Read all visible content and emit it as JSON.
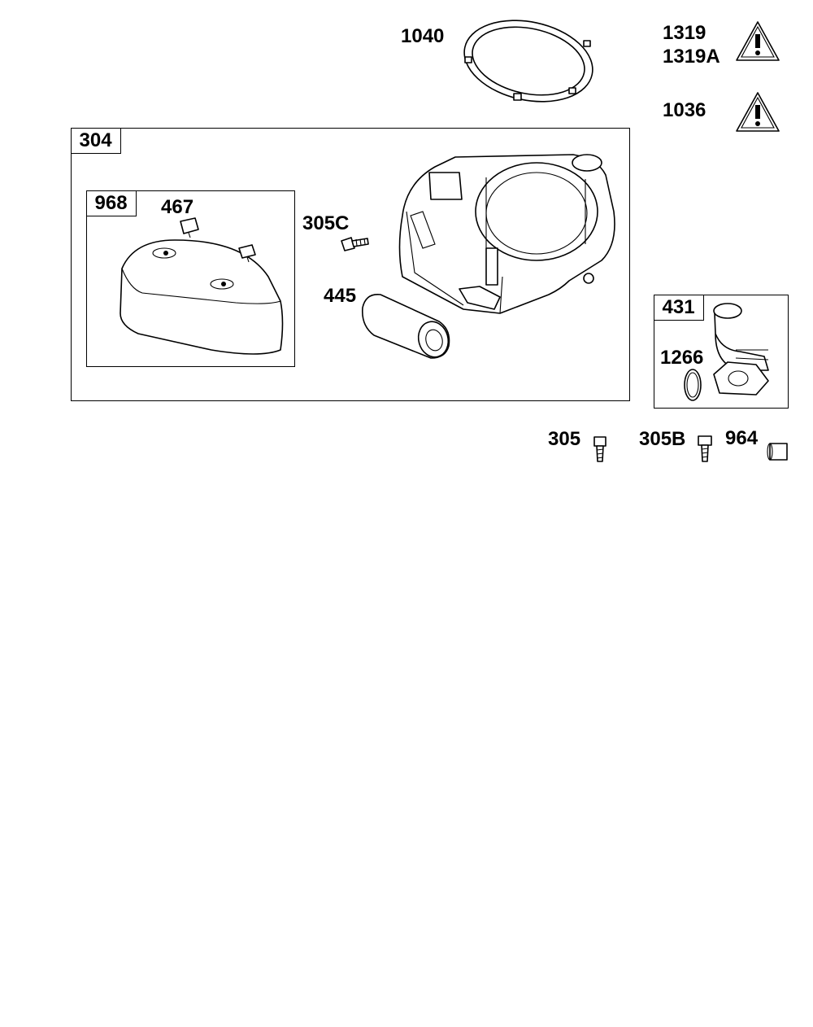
{
  "diagram": {
    "callouts": {
      "p1040": "1040",
      "p1319": "1319",
      "p1319a": "1319A",
      "p1036": "1036",
      "p467": "467",
      "p305c": "305C",
      "p445": "445",
      "p1266": "1266",
      "p305": "305",
      "p305b": "305B",
      "p964": "964"
    },
    "groups": {
      "g304": "304",
      "g968": "968",
      "g431": "431"
    },
    "icons": {
      "warning": "warning-triangle-icon"
    }
  }
}
